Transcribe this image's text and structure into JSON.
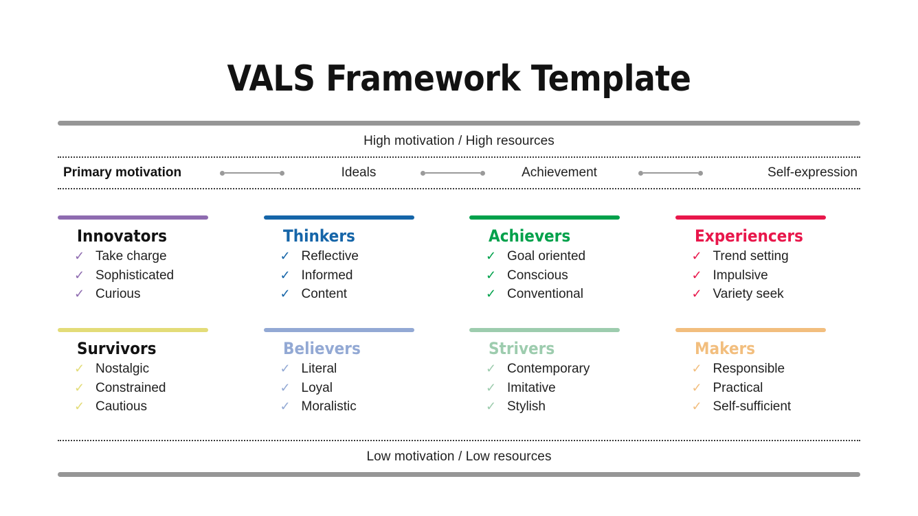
{
  "title": "VALS Framework Template",
  "header": {
    "top_band_label": "High motivation / High resources",
    "motivation": {
      "row_label": "Primary motivation",
      "columns": [
        "Ideals",
        "Achievement",
        "Self-expression"
      ]
    }
  },
  "footer": {
    "bottom_band_label": "Low motivation / Low resources"
  },
  "colors": {
    "rule_gray": "#969696",
    "connector_gray": "#9a9a9a",
    "dotted_gray": "#3a3a3a",
    "innovators": "#8E6BB0",
    "thinkers": "#1565A8",
    "achievers": "#00A14B",
    "experiencers": "#E8174B",
    "survivors": "#E3DC78",
    "believers": "#93A9D4",
    "strivers": "#9DCCAE",
    "makers": "#F2BE7E",
    "title_black": "#121212"
  },
  "segments": [
    {
      "name": "Innovators",
      "accent": "#8E6BB0",
      "title_color": "#121212",
      "check": "✓",
      "traits": [
        "Take charge",
        "Sophisticated",
        "Curious"
      ]
    },
    {
      "name": "Thinkers",
      "accent": "#1565A8",
      "title_color": "#1565A8",
      "check": "✓",
      "traits": [
        "Reflective",
        "Informed",
        "Content"
      ]
    },
    {
      "name": "Achievers",
      "accent": "#00A14B",
      "title_color": "#00A14B",
      "check": "✓",
      "traits": [
        "Goal oriented",
        "Conscious",
        "Conventional"
      ]
    },
    {
      "name": "Experiencers",
      "accent": "#E8174B",
      "title_color": "#E8174B",
      "check": "✓",
      "traits": [
        "Trend setting",
        "Impulsive",
        "Variety seek"
      ]
    },
    {
      "name": "Survivors",
      "accent": "#E3DC78",
      "title_color": "#121212",
      "check": "✓",
      "traits": [
        "Nostalgic",
        "Constrained",
        "Cautious"
      ]
    },
    {
      "name": "Believers",
      "accent": "#93A9D4",
      "title_color": "#93A9D4",
      "check": "✓",
      "traits": [
        "Literal",
        "Loyal",
        "Moralistic"
      ]
    },
    {
      "name": "Strivers",
      "accent": "#9DCCAE",
      "title_color": "#9DCCAE",
      "check": "✓",
      "traits": [
        "Contemporary",
        "Imitative",
        "Stylish"
      ]
    },
    {
      "name": "Makers",
      "accent": "#F2BE7E",
      "title_color": "#F2BE7E",
      "check": "✓",
      "traits": [
        "Responsible",
        "Practical",
        "Self-sufficient"
      ]
    }
  ]
}
